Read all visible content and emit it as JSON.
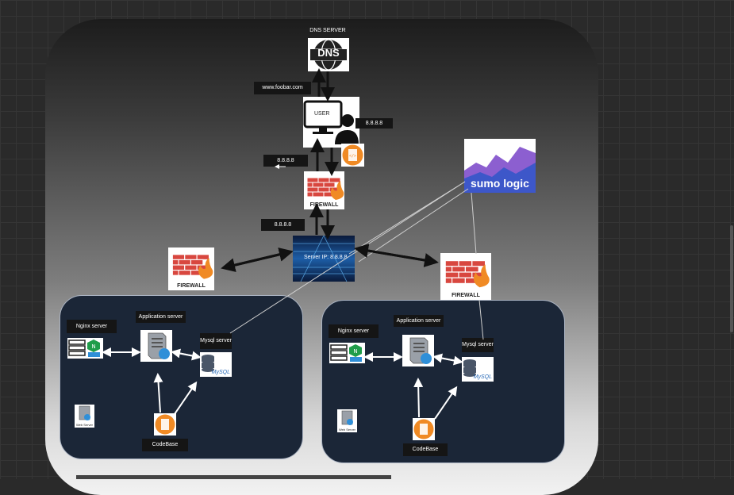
{
  "labels": {
    "dns_server": "DNS SERVER",
    "domain": "www.foobar.com",
    "user": "USER",
    "ip_right_user": "8.8.8.8",
    "ip_left_user": "8.8.8.8",
    "ip_left_server": "8.8.8.8",
    "server_ip": "Server IP: 8.8.8.8",
    "sumo_logic": "sumo logic",
    "firewall": "FIREWALL",
    "dns_icon_text": "DNS"
  },
  "left_cluster": {
    "nginx": "Nginx server",
    "app": "Application server",
    "mysql": "Mysql server",
    "codebase": "CodeBase",
    "mysql_logo": "MySQL",
    "web_server_caption": "Web Server"
  },
  "right_cluster": {
    "nginx": "Nginx server",
    "app": "Application server",
    "mysql": "Mysql server",
    "codebase": "CodeBase",
    "mysql_logo": "MySQL",
    "web_server_caption": "Web Server"
  },
  "colors": {
    "firewall_brick": "#d8473f",
    "flame": "#f08a24",
    "cluster_bg": "#1b2637",
    "sumo_bg": "#3d57c9",
    "server_blue": "#2f8fd8"
  }
}
